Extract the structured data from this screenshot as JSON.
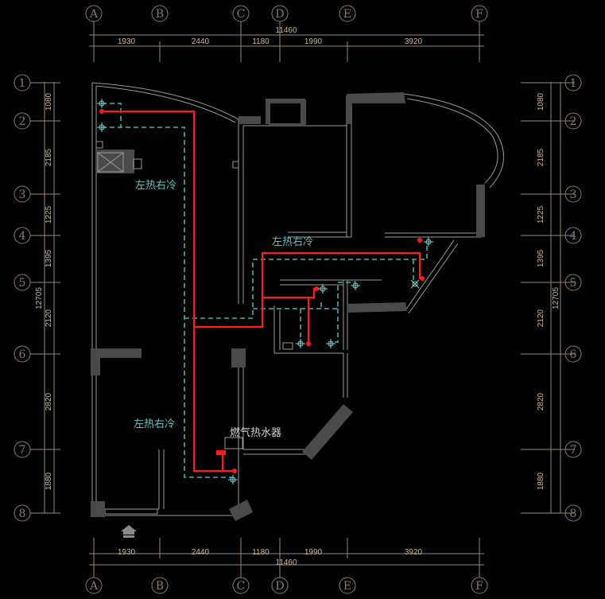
{
  "axes_columns": [
    "A",
    "B",
    "C",
    "D",
    "E",
    "F"
  ],
  "axes_rows": [
    "1",
    "2",
    "3",
    "4",
    "5",
    "6",
    "7",
    "8"
  ],
  "dims_top": [
    "1930",
    "2440",
    "1180",
    "1990",
    "3920"
  ],
  "dims_top_total": "11460",
  "dims_bottom": [
    "1930",
    "2440",
    "1180",
    "1990",
    "3920"
  ],
  "dims_bottom_total": "11460",
  "dims_left": [
    "1080",
    "2185",
    "1225",
    "1395",
    "2120",
    "2820",
    "1880"
  ],
  "dims_left_total": "12705",
  "dims_right": [
    "1080",
    "2185",
    "1225",
    "1395",
    "2120",
    "2820",
    "1880"
  ],
  "dims_right_total": "12705",
  "notes": {
    "hot_cold_1": "左热右冷",
    "hot_cold_2": "左热右冷",
    "hot_cold_3": "左热右冷",
    "water_heater": "燃气热水器"
  },
  "colors": {
    "hot_pipe": "#ff1a1a",
    "cold_pipe": "#3fb0b0",
    "wall": "#9a9a9a"
  }
}
